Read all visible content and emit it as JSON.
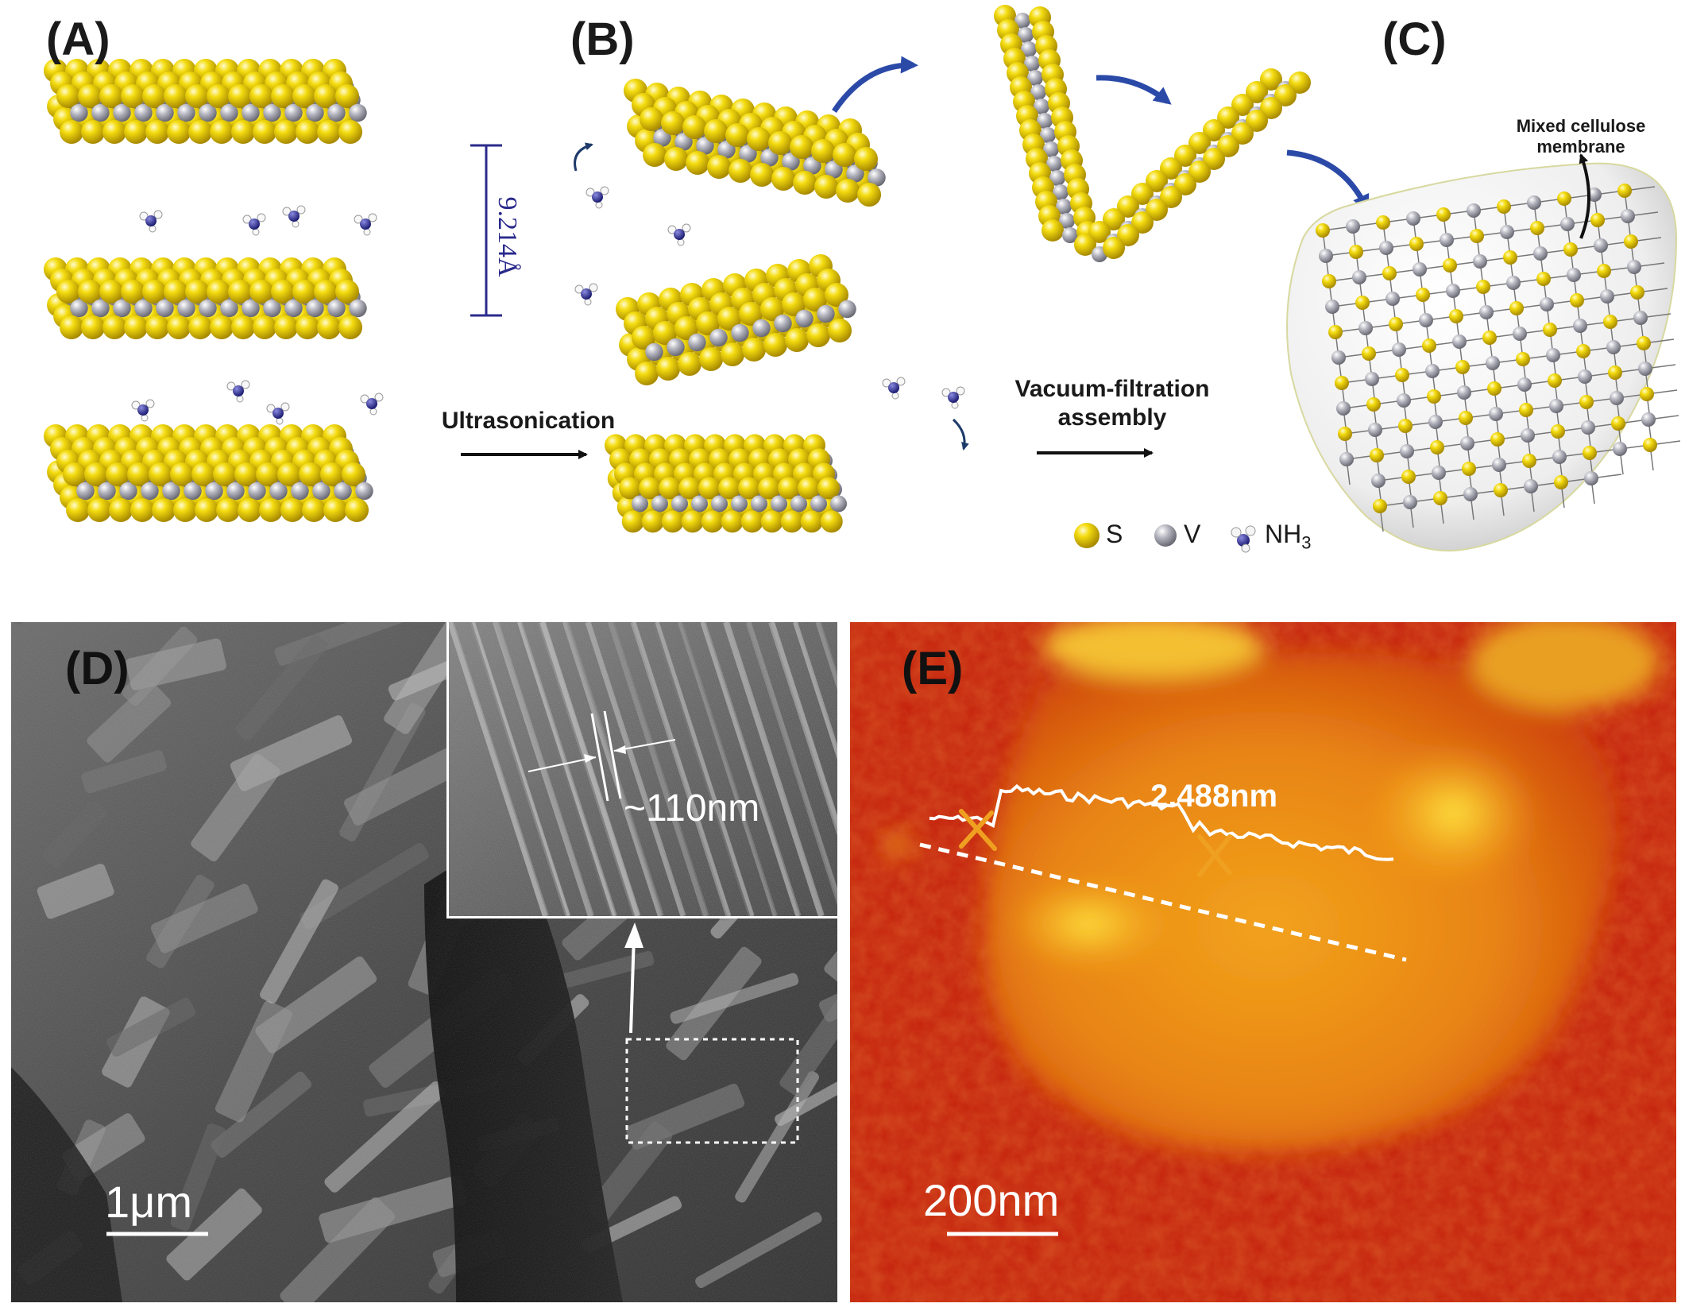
{
  "panels": {
    "a": {
      "label": "(A)",
      "spacing_label": "9.214Å"
    },
    "b": {
      "label": "(B)",
      "step1_label": "Ultrasonication"
    },
    "c": {
      "label": "(C)",
      "step2_label_line1": "Vacuum-filtration",
      "step2_label_line2": "assembly",
      "membrane_label_line1": "Mixed cellulose",
      "membrane_label_line2": "membrane"
    },
    "d": {
      "label": "(D)",
      "inset_measure": "~110nm",
      "scale_bar": "1μm"
    },
    "e": {
      "label": "(E)",
      "height_label": "2.488nm",
      "scale_bar": "200nm"
    }
  },
  "legend": {
    "s_label": "S",
    "v_label": "V",
    "nh3_label": "NH",
    "nh3_sub": "3"
  },
  "colors": {
    "sulfur": "#f2d200",
    "vanadium": "#a9a9b4",
    "nitrogen": "#2a2a8c",
    "arrow_blue": "#2b4aa8",
    "afm_red": "#c21a0a",
    "afm_orange": "#e07a14",
    "marker_orange": "#f0a020"
  }
}
